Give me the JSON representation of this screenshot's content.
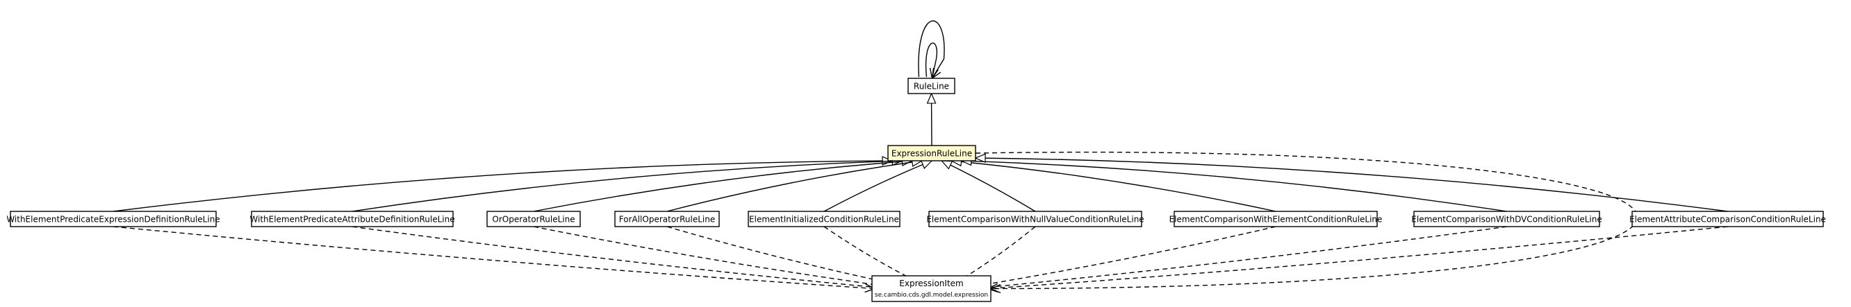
{
  "diagram": {
    "type": "uml-class-diagram",
    "colors": {
      "highlight_fill": "#fffacd",
      "node_fill": "#ffffff",
      "stroke": "#000000"
    },
    "nodes": [
      {
        "id": "ruleline",
        "label": "RuleLine",
        "highlight": false
      },
      {
        "id": "expressionruleline",
        "label": "ExpressionRuleLine",
        "highlight": true
      },
      {
        "id": "n1",
        "label": "WithElementPredicateExpressionDefinitionRuleLine",
        "highlight": false
      },
      {
        "id": "n2",
        "label": "WithElementPredicateAttributeDefinitionRuleLine",
        "highlight": false
      },
      {
        "id": "n3",
        "label": "OrOperatorRuleLine",
        "highlight": false
      },
      {
        "id": "n4",
        "label": "ForAllOperatorRuleLine",
        "highlight": false
      },
      {
        "id": "n5",
        "label": "ElementInitializedConditionRuleLine",
        "highlight": false
      },
      {
        "id": "n6",
        "label": "ElementComparisonWithNullValueConditionRuleLine",
        "highlight": false
      },
      {
        "id": "n7",
        "label": "ElementComparisonWithElementConditionRuleLine",
        "highlight": false
      },
      {
        "id": "n8",
        "label": "ElementComparisonWithDVConditionRuleLine",
        "highlight": false
      },
      {
        "id": "n9",
        "label": "ElementAttributeComparisonConditionRuleLine",
        "highlight": false
      },
      {
        "id": "expressionitem",
        "label": "ExpressionItem",
        "sublabel": "se.cambio.cds.gdl.model.expression",
        "highlight": false
      }
    ],
    "edges": [
      {
        "from": "ruleline",
        "to": "ruleline",
        "kind": "self-association"
      },
      {
        "from": "ruleline",
        "to": "ruleline",
        "kind": "self-association"
      },
      {
        "from": "expressionruleline",
        "to": "ruleline",
        "kind": "generalization"
      },
      {
        "from": "n1",
        "to": "expressionruleline",
        "kind": "generalization"
      },
      {
        "from": "n2",
        "to": "expressionruleline",
        "kind": "generalization"
      },
      {
        "from": "n3",
        "to": "expressionruleline",
        "kind": "generalization"
      },
      {
        "from": "n4",
        "to": "expressionruleline",
        "kind": "generalization"
      },
      {
        "from": "n5",
        "to": "expressionruleline",
        "kind": "generalization"
      },
      {
        "from": "n6",
        "to": "expressionruleline",
        "kind": "generalization"
      },
      {
        "from": "n7",
        "to": "expressionruleline",
        "kind": "generalization"
      },
      {
        "from": "n8",
        "to": "expressionruleline",
        "kind": "generalization"
      },
      {
        "from": "n9",
        "to": "expressionruleline",
        "kind": "generalization"
      },
      {
        "from": "n1",
        "to": "expressionitem",
        "kind": "dependency"
      },
      {
        "from": "n2",
        "to": "expressionitem",
        "kind": "dependency"
      },
      {
        "from": "n3",
        "to": "expressionitem",
        "kind": "dependency"
      },
      {
        "from": "n4",
        "to": "expressionitem",
        "kind": "dependency"
      },
      {
        "from": "n5",
        "to": "expressionitem",
        "kind": "dependency"
      },
      {
        "from": "n6",
        "to": "expressionitem",
        "kind": "dependency"
      },
      {
        "from": "n7",
        "to": "expressionitem",
        "kind": "dependency"
      },
      {
        "from": "n8",
        "to": "expressionitem",
        "kind": "dependency"
      },
      {
        "from": "n9",
        "to": "expressionitem",
        "kind": "dependency"
      },
      {
        "from": "expressionruleline",
        "to": "expressionitem",
        "kind": "dependency"
      }
    ]
  }
}
